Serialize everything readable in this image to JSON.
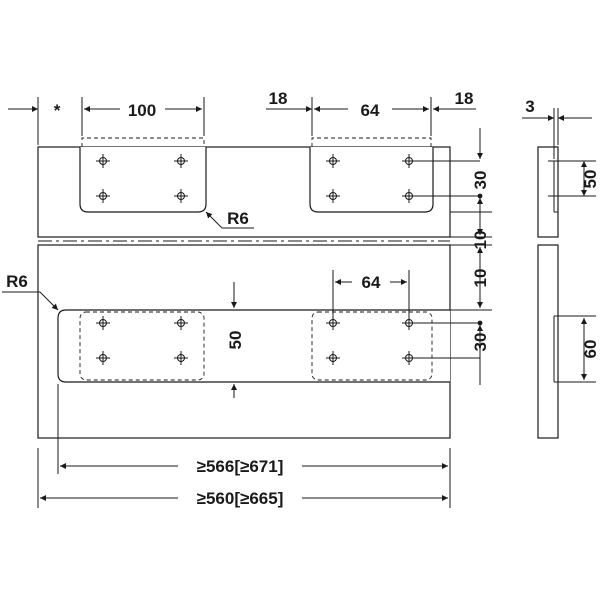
{
  "labels": {
    "asterisk": "*",
    "top_width": "100",
    "top_left_18": "18",
    "top_64": "64",
    "top_right_18": "18",
    "side_3": "3",
    "r6_top": "R6",
    "r6_bottom": "R6",
    "h30_top": "30",
    "h10_a": "10",
    "h10_b": "10",
    "mid_64": "64",
    "h50": "50",
    "h30_bottom": "30",
    "side_50": "50",
    "side_60": "60",
    "width_566": "≥566[≥671]",
    "width_560": "≥560[≥665]"
  }
}
